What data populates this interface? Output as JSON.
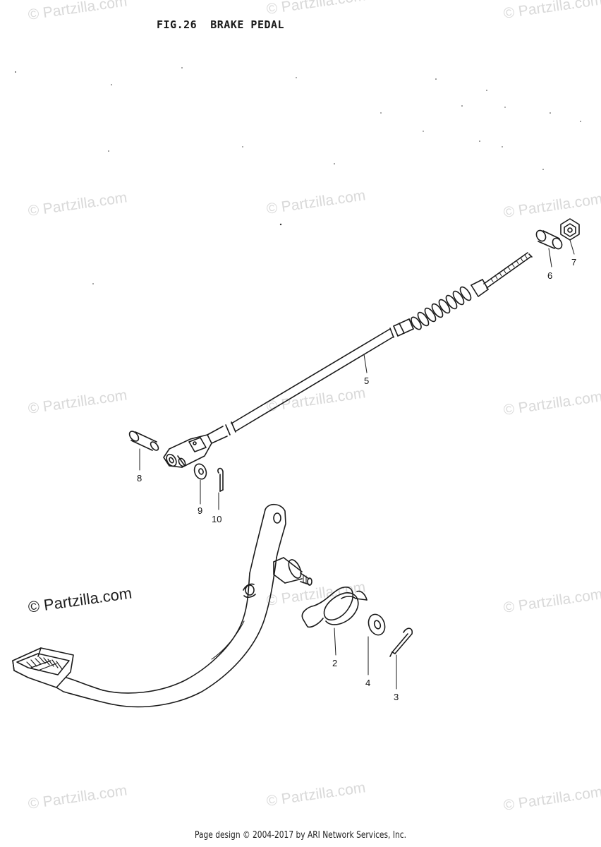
{
  "figure": {
    "title": "FIG.26  BRAKE PEDAL"
  },
  "watermark": {
    "text": "© Partzilla.com"
  },
  "callouts": [
    "2",
    "3",
    "4",
    "5",
    "6",
    "7",
    "8",
    "9",
    "10"
  ],
  "footer": {
    "text": "Page design © 2004-2017 by ARI Network Services, Inc."
  },
  "colors": {
    "line": "#1a1a1a",
    "watermark": "#d9d9d9",
    "background": "#ffffff"
  }
}
